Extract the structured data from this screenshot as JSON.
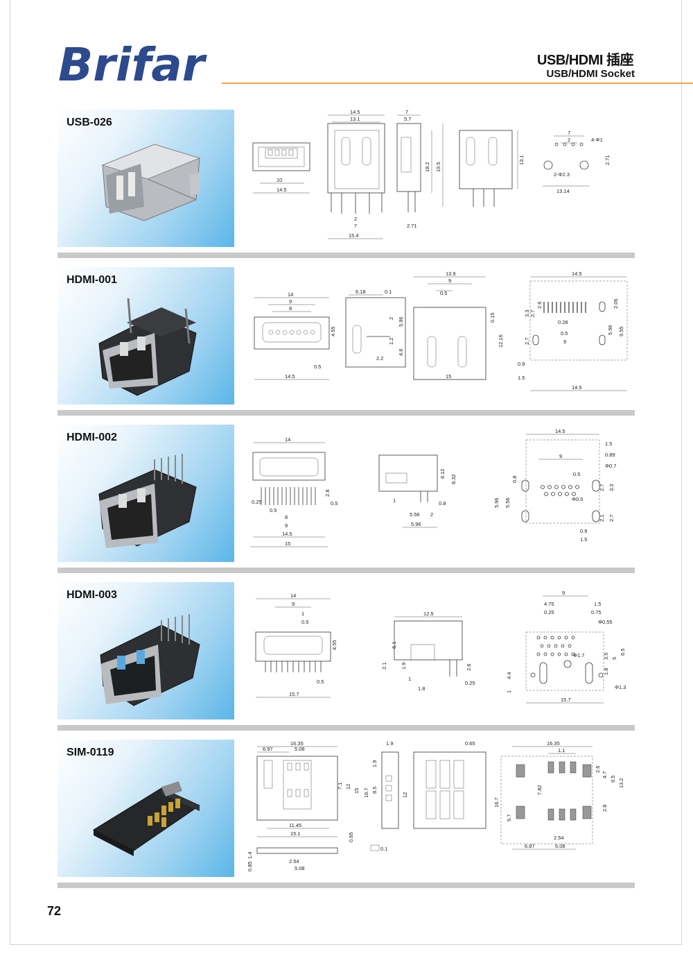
{
  "brand": {
    "logo": "Brifar"
  },
  "header": {
    "title": "USB/HDMI 插座",
    "subtitle": "USB/HDMI Socket"
  },
  "sections": [
    {
      "name": "USB-026",
      "dims": [
        "14.5",
        "13.1",
        "7",
        "5.7",
        "10",
        "14.5",
        "18.2",
        "19.5",
        "13.1",
        "2",
        "7",
        "15.4",
        "2.71",
        "7",
        "2",
        "4-Φ1",
        "2-Φ2.3",
        "2.71",
        "13.14"
      ]
    },
    {
      "name": "HDMI-001",
      "dims": [
        "14",
        "9",
        "8",
        "6.18",
        "0.1",
        "13.9",
        "9",
        "0.5",
        "14.5",
        "4.55",
        "2",
        "5.96",
        "0.15",
        "3.3",
        "2.7",
        "2.6",
        "2.06",
        "0.28",
        "0.5",
        "9",
        "5.96",
        "9.55",
        "1.2",
        "4.6",
        "12.16",
        "2.7",
        "1.5",
        "0.5",
        "2.2",
        "14.5",
        "15",
        "0.9",
        "1.5",
        "14.5"
      ]
    },
    {
      "name": "HDMI-002",
      "dims": [
        "14",
        "6.12",
        "8.32",
        "14.5",
        "1.5",
        "0.89",
        "9",
        "Φ0.7",
        "0.8",
        "0.5",
        "2.8",
        "0.25",
        "0.5",
        "0.5",
        "8",
        "9",
        "14.5",
        "15",
        "1",
        "0.8",
        "5.56",
        "2",
        "5.96",
        "Φ0.5",
        "2.7",
        "3.3",
        "5.96",
        "5.56",
        "2.1",
        "2.7",
        "0.9",
        "1.5"
      ]
    },
    {
      "name": "HDMI-003",
      "dims": [
        "14",
        "9",
        "1",
        "0.5",
        "12.5",
        "9",
        "4.75",
        "1.5",
        "0.25",
        "0.75",
        "Φ0.55",
        "4.55",
        "6.1",
        "1.9",
        "2.1",
        "2.6",
        "1",
        "1.8",
        "0.25",
        "0.5",
        "15.7",
        "Φ1.7",
        "3.5",
        "6.5",
        "5",
        "4.4",
        "1",
        "1.8",
        "Φ1.3",
        "15.7"
      ]
    },
    {
      "name": "SIM-0119",
      "dims": [
        "16.35",
        "6.97",
        "5.08",
        "1.9",
        "0.65",
        "16.35",
        "1.1",
        "7.1",
        "12",
        "15",
        "16.7",
        "8.5",
        "12",
        "2.6",
        "4.7",
        "7.82",
        "9.5",
        "13.2",
        "2.8",
        "16.7",
        "9.7",
        "11.45",
        "15.1",
        "0.65",
        "0.1",
        "1.4",
        "0.85",
        "2.54",
        "5.08",
        "2.54",
        "6.87",
        "5.08"
      ]
    }
  ],
  "page_number": "72"
}
